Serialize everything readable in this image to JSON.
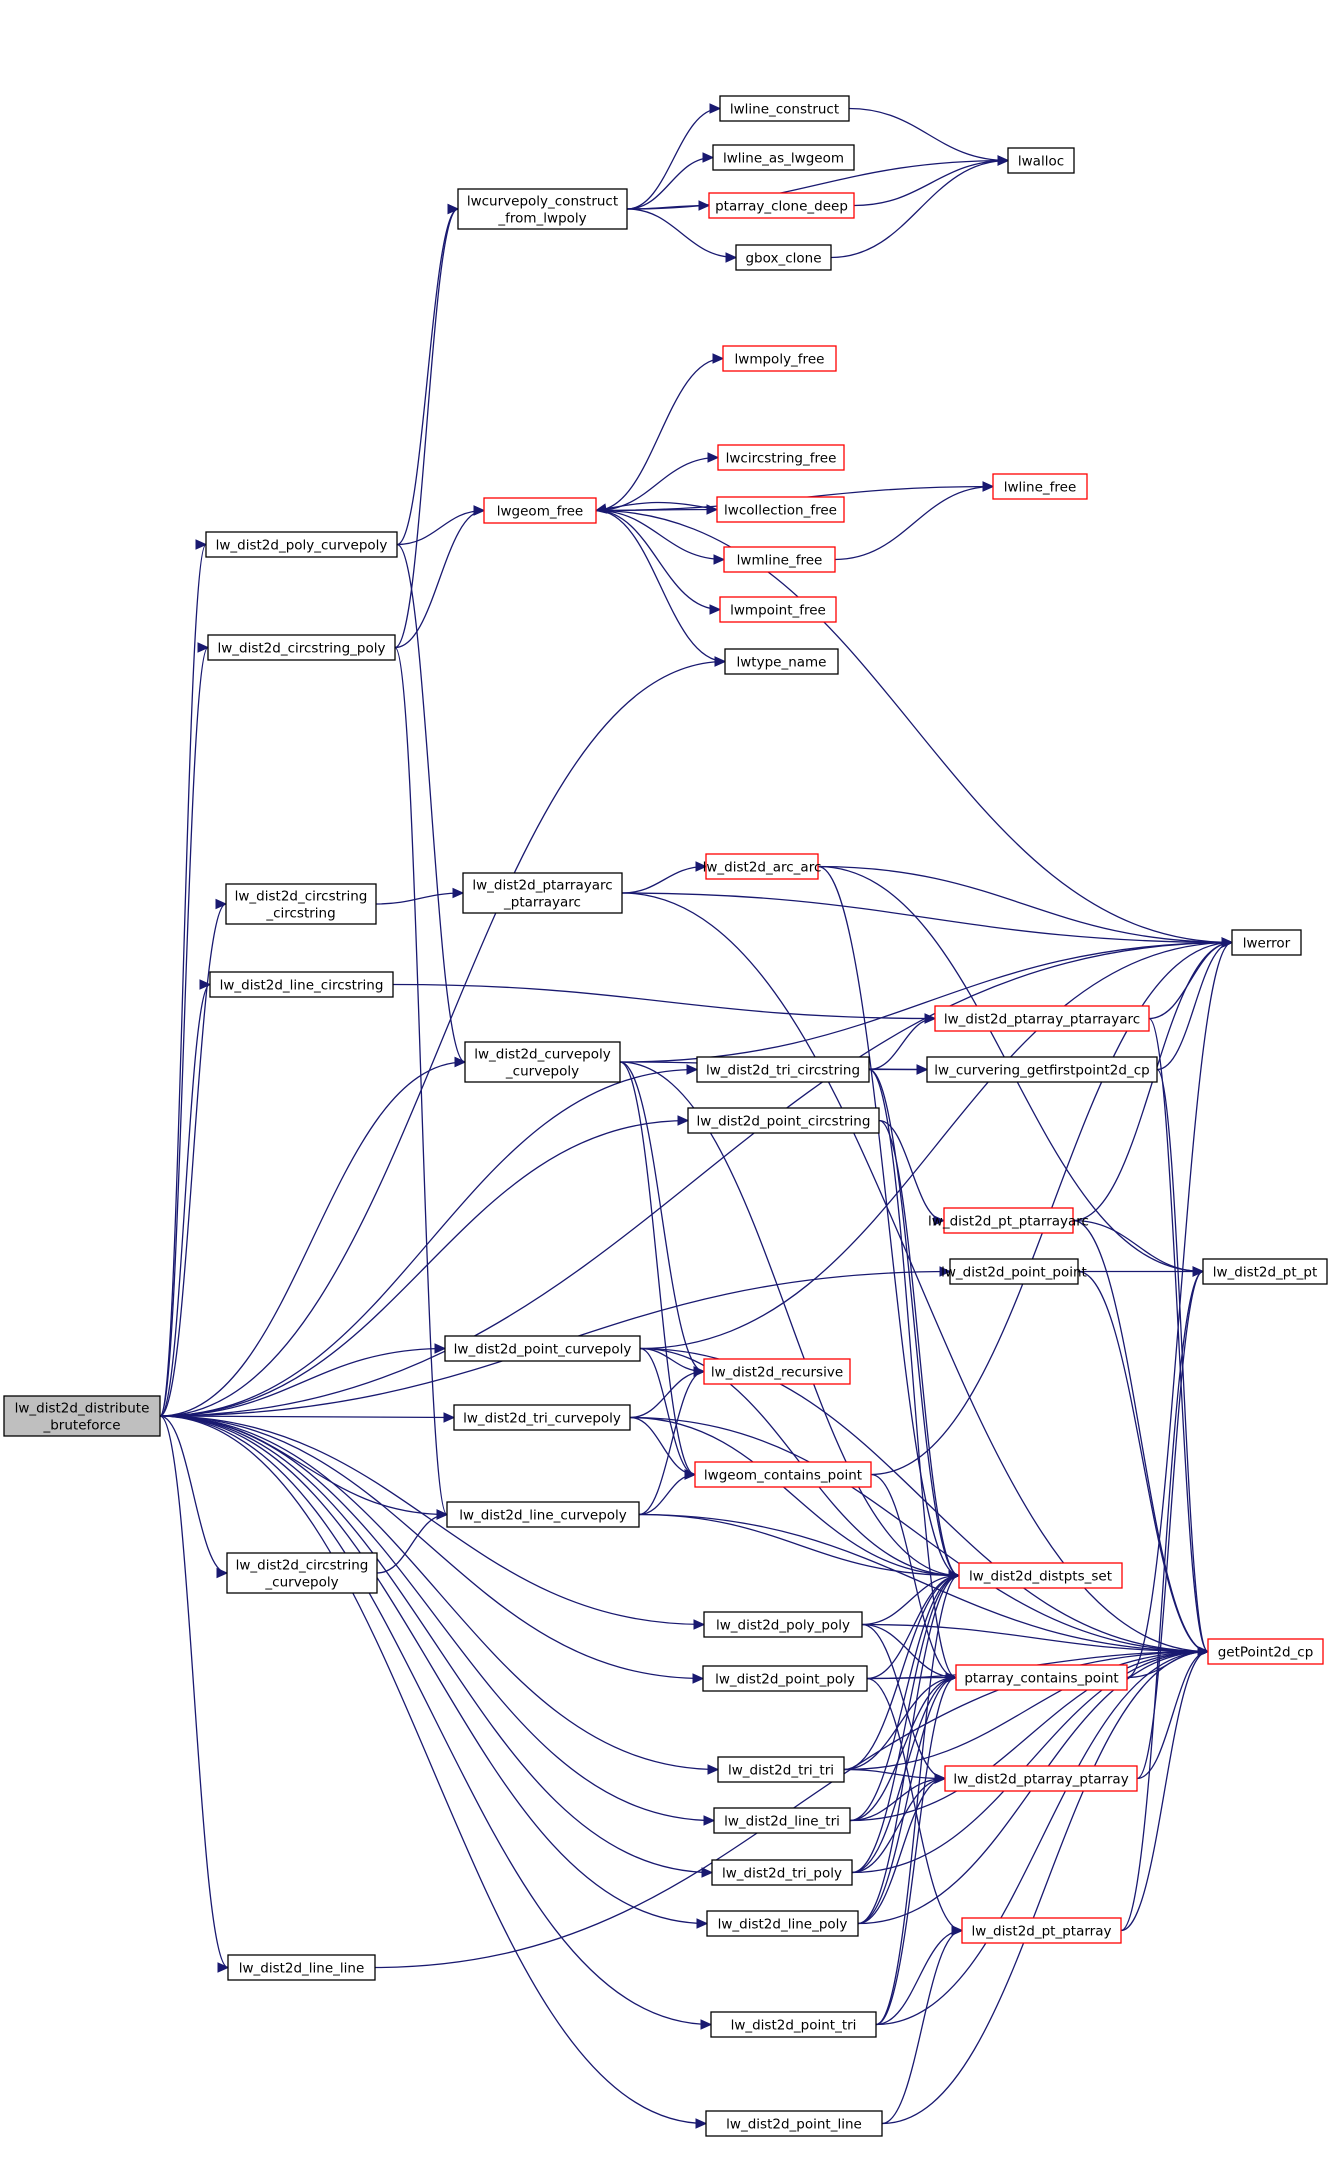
{
  "graph": {
    "title": "Call graph of lw_dist2d_distribute_bruteforce",
    "colors": {
      "edge": "#191970",
      "truncated_border": "#ff0000",
      "normal_border": "#000000",
      "root_fill": "#bfbfbf"
    },
    "nodes": [
      {
        "id": "root",
        "lines": [
          "lw_dist2d_distribute",
          "_bruteforce"
        ],
        "kind": "root"
      },
      {
        "id": "lwcurvepoly_construct_from_lwpoly",
        "lines": [
          "lwcurvepoly_construct",
          "_from_lwpoly"
        ],
        "kind": "normal"
      },
      {
        "id": "lwline_construct",
        "lines": [
          "lwline_construct"
        ],
        "kind": "normal"
      },
      {
        "id": "lwline_as_lwgeom",
        "lines": [
          "lwline_as_lwgeom"
        ],
        "kind": "normal"
      },
      {
        "id": "ptarray_clone_deep",
        "lines": [
          "ptarray_clone_deep"
        ],
        "kind": "truncated"
      },
      {
        "id": "gbox_clone",
        "lines": [
          "gbox_clone"
        ],
        "kind": "normal"
      },
      {
        "id": "lwalloc",
        "lines": [
          "lwalloc"
        ],
        "kind": "normal"
      },
      {
        "id": "lwmpoly_free",
        "lines": [
          "lwmpoly_free"
        ],
        "kind": "truncated"
      },
      {
        "id": "lwcircstring_free",
        "lines": [
          "lwcircstring_free"
        ],
        "kind": "truncated"
      },
      {
        "id": "lwcollection_free",
        "lines": [
          "lwcollection_free"
        ],
        "kind": "truncated"
      },
      {
        "id": "lwmline_free",
        "lines": [
          "lwmline_free"
        ],
        "kind": "truncated"
      },
      {
        "id": "lwmpoint_free",
        "lines": [
          "lwmpoint_free"
        ],
        "kind": "truncated"
      },
      {
        "id": "lwline_free",
        "lines": [
          "lwline_free"
        ],
        "kind": "truncated"
      },
      {
        "id": "lwgeom_free",
        "lines": [
          "lwgeom_free"
        ],
        "kind": "truncated"
      },
      {
        "id": "lwtype_name",
        "lines": [
          "lwtype_name"
        ],
        "kind": "normal"
      },
      {
        "id": "lw_dist2d_poly_curvepoly",
        "lines": [
          "lw_dist2d_poly_curvepoly"
        ],
        "kind": "normal"
      },
      {
        "id": "lw_dist2d_circstring_poly",
        "lines": [
          "lw_dist2d_circstring_poly"
        ],
        "kind": "normal"
      },
      {
        "id": "lw_dist2d_circstring_circstring",
        "lines": [
          "lw_dist2d_circstring",
          "_circstring"
        ],
        "kind": "normal"
      },
      {
        "id": "lw_dist2d_ptarrayarc_ptarrayarc",
        "lines": [
          "lw_dist2d_ptarrayarc",
          "_ptarrayarc"
        ],
        "kind": "normal"
      },
      {
        "id": "lw_dist2d_arc_arc",
        "lines": [
          "lw_dist2d_arc_arc"
        ],
        "kind": "truncated"
      },
      {
        "id": "lwerror",
        "lines": [
          "lwerror"
        ],
        "kind": "normal"
      },
      {
        "id": "lw_dist2d_line_circstring",
        "lines": [
          "lw_dist2d_line_circstring"
        ],
        "kind": "normal"
      },
      {
        "id": "lw_dist2d_ptarray_ptarrayarc",
        "lines": [
          "lw_dist2d_ptarray_ptarrayarc"
        ],
        "kind": "truncated"
      },
      {
        "id": "lw_dist2d_curvepoly_curvepoly",
        "lines": [
          "lw_dist2d_curvepoly",
          "_curvepoly"
        ],
        "kind": "normal"
      },
      {
        "id": "lw_dist2d_tri_circstring",
        "lines": [
          "lw_dist2d_tri_circstring"
        ],
        "kind": "normal"
      },
      {
        "id": "lw_curvering_getfirstpoint2d_cp",
        "lines": [
          "lw_curvering_getfirstpoint2d_cp"
        ],
        "kind": "normal"
      },
      {
        "id": "lw_dist2d_point_circstring",
        "lines": [
          "lw_dist2d_point_circstring"
        ],
        "kind": "normal"
      },
      {
        "id": "lw_dist2d_pt_ptarrayarc",
        "lines": [
          "lw_dist2d_pt_ptarrayarc"
        ],
        "kind": "truncated"
      },
      {
        "id": "lw_dist2d_point_point",
        "lines": [
          "lw_dist2d_point_point"
        ],
        "kind": "normal"
      },
      {
        "id": "lw_dist2d_pt_pt",
        "lines": [
          "lw_dist2d_pt_pt"
        ],
        "kind": "normal"
      },
      {
        "id": "lw_dist2d_point_curvepoly",
        "lines": [
          "lw_dist2d_point_curvepoly"
        ],
        "kind": "normal"
      },
      {
        "id": "lw_dist2d_recursive",
        "lines": [
          "lw_dist2d_recursive"
        ],
        "kind": "truncated"
      },
      {
        "id": "lw_dist2d_tri_curvepoly",
        "lines": [
          "lw_dist2d_tri_curvepoly"
        ],
        "kind": "normal"
      },
      {
        "id": "lwgeom_contains_point",
        "lines": [
          "lwgeom_contains_point"
        ],
        "kind": "truncated"
      },
      {
        "id": "lw_dist2d_line_curvepoly",
        "lines": [
          "lw_dist2d_line_curvepoly"
        ],
        "kind": "normal"
      },
      {
        "id": "lw_dist2d_circstring_curvepoly",
        "lines": [
          "lw_dist2d_circstring",
          "_curvepoly"
        ],
        "kind": "normal"
      },
      {
        "id": "lw_dist2d_distpts_set",
        "lines": [
          "lw_dist2d_distpts_set"
        ],
        "kind": "truncated"
      },
      {
        "id": "lw_dist2d_poly_poly",
        "lines": [
          "lw_dist2d_poly_poly"
        ],
        "kind": "normal"
      },
      {
        "id": "getPoint2d_cp",
        "lines": [
          "getPoint2d_cp"
        ],
        "kind": "truncated"
      },
      {
        "id": "ptarray_contains_point",
        "lines": [
          "ptarray_contains_point"
        ],
        "kind": "truncated"
      },
      {
        "id": "lw_dist2d_point_poly",
        "lines": [
          "lw_dist2d_point_poly"
        ],
        "kind": "normal"
      },
      {
        "id": "lw_dist2d_tri_tri",
        "lines": [
          "lw_dist2d_tri_tri"
        ],
        "kind": "normal"
      },
      {
        "id": "lw_dist2d_ptarray_ptarray",
        "lines": [
          "lw_dist2d_ptarray_ptarray"
        ],
        "kind": "truncated"
      },
      {
        "id": "lw_dist2d_line_tri",
        "lines": [
          "lw_dist2d_line_tri"
        ],
        "kind": "normal"
      },
      {
        "id": "lw_dist2d_tri_poly",
        "lines": [
          "lw_dist2d_tri_poly"
        ],
        "kind": "normal"
      },
      {
        "id": "lw_dist2d_line_poly",
        "lines": [
          "lw_dist2d_line_poly"
        ],
        "kind": "normal"
      },
      {
        "id": "lw_dist2d_pt_ptarray",
        "lines": [
          "lw_dist2d_pt_ptarray"
        ],
        "kind": "truncated"
      },
      {
        "id": "lw_dist2d_line_line",
        "lines": [
          "lw_dist2d_line_line"
        ],
        "kind": "normal"
      },
      {
        "id": "lw_dist2d_point_tri",
        "lines": [
          "lw_dist2d_point_tri"
        ],
        "kind": "normal"
      },
      {
        "id": "lw_dist2d_point_line",
        "lines": [
          "lw_dist2d_point_line"
        ],
        "kind": "normal"
      }
    ],
    "edges": [
      [
        "root",
        "lwerror"
      ],
      [
        "root",
        "lw_dist2d_poly_curvepoly"
      ],
      [
        "root",
        "lw_dist2d_circstring_poly"
      ],
      [
        "root",
        "lwtype_name"
      ],
      [
        "root",
        "lw_dist2d_circstring_circstring"
      ],
      [
        "root",
        "lw_dist2d_line_circstring"
      ],
      [
        "root",
        "lw_dist2d_curvepoly_curvepoly"
      ],
      [
        "root",
        "lw_dist2d_tri_circstring"
      ],
      [
        "root",
        "lw_dist2d_point_circstring"
      ],
      [
        "root",
        "lw_dist2d_point_point"
      ],
      [
        "root",
        "lw_dist2d_point_curvepoly"
      ],
      [
        "root",
        "lw_dist2d_tri_curvepoly"
      ],
      [
        "root",
        "lw_dist2d_line_curvepoly"
      ],
      [
        "root",
        "lw_dist2d_circstring_curvepoly"
      ],
      [
        "root",
        "lw_dist2d_poly_poly"
      ],
      [
        "root",
        "lw_dist2d_point_poly"
      ],
      [
        "root",
        "lw_dist2d_tri_tri"
      ],
      [
        "root",
        "lw_dist2d_line_tri"
      ],
      [
        "root",
        "lw_dist2d_tri_poly"
      ],
      [
        "root",
        "lw_dist2d_line_poly"
      ],
      [
        "root",
        "lw_dist2d_line_line"
      ],
      [
        "root",
        "lw_dist2d_point_tri"
      ],
      [
        "root",
        "lw_dist2d_point_line"
      ],
      [
        "lwcurvepoly_construct_from_lwpoly",
        "lwline_construct"
      ],
      [
        "lwcurvepoly_construct_from_lwpoly",
        "lwline_as_lwgeom"
      ],
      [
        "lwcurvepoly_construct_from_lwpoly",
        "ptarray_clone_deep"
      ],
      [
        "lwcurvepoly_construct_from_lwpoly",
        "gbox_clone"
      ],
      [
        "lwcurvepoly_construct_from_lwpoly",
        "lwalloc"
      ],
      [
        "lwline_construct",
        "lwalloc"
      ],
      [
        "ptarray_clone_deep",
        "lwalloc"
      ],
      [
        "gbox_clone",
        "lwalloc"
      ],
      [
        "lwgeom_free",
        "lwmpoly_free"
      ],
      [
        "lwgeom_free",
        "lwline_free"
      ],
      [
        "lwgeom_free",
        "lwcircstring_free"
      ],
      [
        "lwgeom_free",
        "lwcollection_free"
      ],
      [
        "lwcollection_free",
        "lwgeom_free"
      ],
      [
        "lwgeom_free",
        "lwmline_free"
      ],
      [
        "lwgeom_free",
        "lwmpoint_free"
      ],
      [
        "lwgeom_free",
        "lwtype_name"
      ],
      [
        "lwgeom_free",
        "lwerror"
      ],
      [
        "lwmline_free",
        "lwline_free"
      ],
      [
        "lw_dist2d_poly_curvepoly",
        "lwcurvepoly_construct_from_lwpoly"
      ],
      [
        "lw_dist2d_poly_curvepoly",
        "lwgeom_free"
      ],
      [
        "lw_dist2d_poly_curvepoly",
        "lw_dist2d_curvepoly_curvepoly"
      ],
      [
        "lw_dist2d_circstring_poly",
        "lwcurvepoly_construct_from_lwpoly"
      ],
      [
        "lw_dist2d_circstring_poly",
        "lwgeom_free"
      ],
      [
        "lw_dist2d_circstring_poly",
        "lw_dist2d_line_curvepoly"
      ],
      [
        "lw_dist2d_circstring_circstring",
        "lw_dist2d_ptarrayarc_ptarrayarc"
      ],
      [
        "lw_dist2d_ptarrayarc_ptarrayarc",
        "lw_dist2d_arc_arc"
      ],
      [
        "lw_dist2d_ptarrayarc_ptarrayarc",
        "lwerror"
      ],
      [
        "lw_dist2d_ptarrayarc_ptarrayarc",
        "getPoint2d_cp"
      ],
      [
        "lw_dist2d_arc_arc",
        "lwerror"
      ],
      [
        "lw_dist2d_arc_arc",
        "lw_dist2d_pt_pt"
      ],
      [
        "lw_dist2d_arc_arc",
        "lw_dist2d_distpts_set"
      ],
      [
        "lw_dist2d_line_circstring",
        "lw_dist2d_ptarray_ptarrayarc"
      ],
      [
        "lw_dist2d_ptarray_ptarrayarc",
        "lwerror"
      ],
      [
        "lw_dist2d_ptarray_ptarrayarc",
        "getPoint2d_cp"
      ],
      [
        "lw_dist2d_curvepoly_curvepoly",
        "lwerror"
      ],
      [
        "lw_dist2d_curvepoly_curvepoly",
        "lw_curvering_getfirstpoint2d_cp"
      ],
      [
        "lw_dist2d_curvepoly_curvepoly",
        "lw_dist2d_recursive"
      ],
      [
        "lw_dist2d_curvepoly_curvepoly",
        "lwgeom_contains_point"
      ],
      [
        "lw_dist2d_curvepoly_curvepoly",
        "lw_dist2d_distpts_set"
      ],
      [
        "lw_dist2d_tri_circstring",
        "lw_dist2d_ptarray_ptarrayarc"
      ],
      [
        "lw_dist2d_tri_circstring",
        "lw_curvering_getfirstpoint2d_cp"
      ],
      [
        "lw_dist2d_tri_circstring",
        "lw_dist2d_distpts_set"
      ],
      [
        "lw_dist2d_tri_circstring",
        "ptarray_contains_point"
      ],
      [
        "lw_curvering_getfirstpoint2d_cp",
        "lwerror"
      ],
      [
        "lw_curvering_getfirstpoint2d_cp",
        "getPoint2d_cp"
      ],
      [
        "lw_dist2d_point_circstring",
        "lw_dist2d_pt_ptarrayarc"
      ],
      [
        "lw_dist2d_point_circstring",
        "lw_dist2d_distpts_set"
      ],
      [
        "lw_dist2d_pt_ptarrayarc",
        "lwerror"
      ],
      [
        "lw_dist2d_pt_ptarrayarc",
        "lw_dist2d_pt_pt"
      ],
      [
        "lw_dist2d_pt_ptarrayarc",
        "getPoint2d_cp"
      ],
      [
        "lw_dist2d_point_point",
        "lw_dist2d_pt_pt"
      ],
      [
        "lw_dist2d_point_point",
        "getPoint2d_cp"
      ],
      [
        "lw_dist2d_point_curvepoly",
        "lwerror"
      ],
      [
        "lw_dist2d_point_curvepoly",
        "lw_dist2d_recursive"
      ],
      [
        "lw_dist2d_point_curvepoly",
        "lwgeom_contains_point"
      ],
      [
        "lw_dist2d_point_curvepoly",
        "getPoint2d_cp"
      ],
      [
        "lw_dist2d_point_curvepoly",
        "lw_dist2d_distpts_set"
      ],
      [
        "lw_dist2d_tri_curvepoly",
        "lw_dist2d_recursive"
      ],
      [
        "lw_dist2d_tri_curvepoly",
        "lwgeom_contains_point"
      ],
      [
        "lw_dist2d_tri_curvepoly",
        "lw_dist2d_distpts_set"
      ],
      [
        "lw_dist2d_tri_curvepoly",
        "getPoint2d_cp"
      ],
      [
        "lwgeom_contains_point",
        "lwerror"
      ],
      [
        "lwgeom_contains_point",
        "ptarray_contains_point"
      ],
      [
        "lw_dist2d_line_curvepoly",
        "lw_dist2d_recursive"
      ],
      [
        "lw_dist2d_line_curvepoly",
        "lwgeom_contains_point"
      ],
      [
        "lw_dist2d_line_curvepoly",
        "lw_dist2d_distpts_set"
      ],
      [
        "lw_dist2d_line_curvepoly",
        "getPoint2d_cp"
      ],
      [
        "lw_dist2d_circstring_curvepoly",
        "lw_dist2d_line_curvepoly"
      ],
      [
        "lw_dist2d_poly_poly",
        "lw_dist2d_distpts_set"
      ],
      [
        "lw_dist2d_poly_poly",
        "ptarray_contains_point"
      ],
      [
        "lw_dist2d_poly_poly",
        "getPoint2d_cp"
      ],
      [
        "lw_dist2d_poly_poly",
        "lw_dist2d_ptarray_ptarray"
      ],
      [
        "ptarray_contains_point",
        "getPoint2d_cp"
      ],
      [
        "ptarray_contains_point",
        "lwerror"
      ],
      [
        "lw_dist2d_point_poly",
        "lw_dist2d_distpts_set"
      ],
      [
        "lw_dist2d_point_poly",
        "ptarray_contains_point"
      ],
      [
        "lw_dist2d_point_poly",
        "getPoint2d_cp"
      ],
      [
        "lw_dist2d_point_poly",
        "lw_dist2d_pt_ptarray"
      ],
      [
        "lw_dist2d_tri_tri",
        "lw_dist2d_distpts_set"
      ],
      [
        "lw_dist2d_tri_tri",
        "ptarray_contains_point"
      ],
      [
        "lw_dist2d_tri_tri",
        "lw_dist2d_ptarray_ptarray"
      ],
      [
        "lw_dist2d_tri_tri",
        "getPoint2d_cp"
      ],
      [
        "lw_dist2d_ptarray_ptarray",
        "getPoint2d_cp"
      ],
      [
        "lw_dist2d_ptarray_ptarray",
        "lw_dist2d_pt_pt"
      ],
      [
        "lw_dist2d_line_tri",
        "lw_dist2d_distpts_set"
      ],
      [
        "lw_dist2d_line_tri",
        "ptarray_contains_point"
      ],
      [
        "lw_dist2d_line_tri",
        "lw_dist2d_ptarray_ptarray"
      ],
      [
        "lw_dist2d_line_tri",
        "getPoint2d_cp"
      ],
      [
        "lw_dist2d_tri_poly",
        "lw_dist2d_distpts_set"
      ],
      [
        "lw_dist2d_tri_poly",
        "ptarray_contains_point"
      ],
      [
        "lw_dist2d_tri_poly",
        "lw_dist2d_ptarray_ptarray"
      ],
      [
        "lw_dist2d_tri_poly",
        "getPoint2d_cp"
      ],
      [
        "lw_dist2d_line_poly",
        "lw_dist2d_distpts_set"
      ],
      [
        "lw_dist2d_line_poly",
        "ptarray_contains_point"
      ],
      [
        "lw_dist2d_line_poly",
        "lw_dist2d_ptarray_ptarray"
      ],
      [
        "lw_dist2d_line_poly",
        "getPoint2d_cp"
      ],
      [
        "lw_dist2d_pt_ptarray",
        "getPoint2d_cp"
      ],
      [
        "lw_dist2d_pt_ptarray",
        "lw_dist2d_pt_pt"
      ],
      [
        "lw_dist2d_line_line",
        "getPoint2d_cp"
      ],
      [
        "lw_dist2d_point_tri",
        "lw_dist2d_distpts_set"
      ],
      [
        "lw_dist2d_point_tri",
        "ptarray_contains_point"
      ],
      [
        "lw_dist2d_point_tri",
        "lw_dist2d_pt_ptarray"
      ],
      [
        "lw_dist2d_point_tri",
        "getPoint2d_cp"
      ],
      [
        "lw_dist2d_point_line",
        "lw_dist2d_pt_ptarray"
      ],
      [
        "lw_dist2d_point_line",
        "getPoint2d_cp"
      ]
    ]
  }
}
